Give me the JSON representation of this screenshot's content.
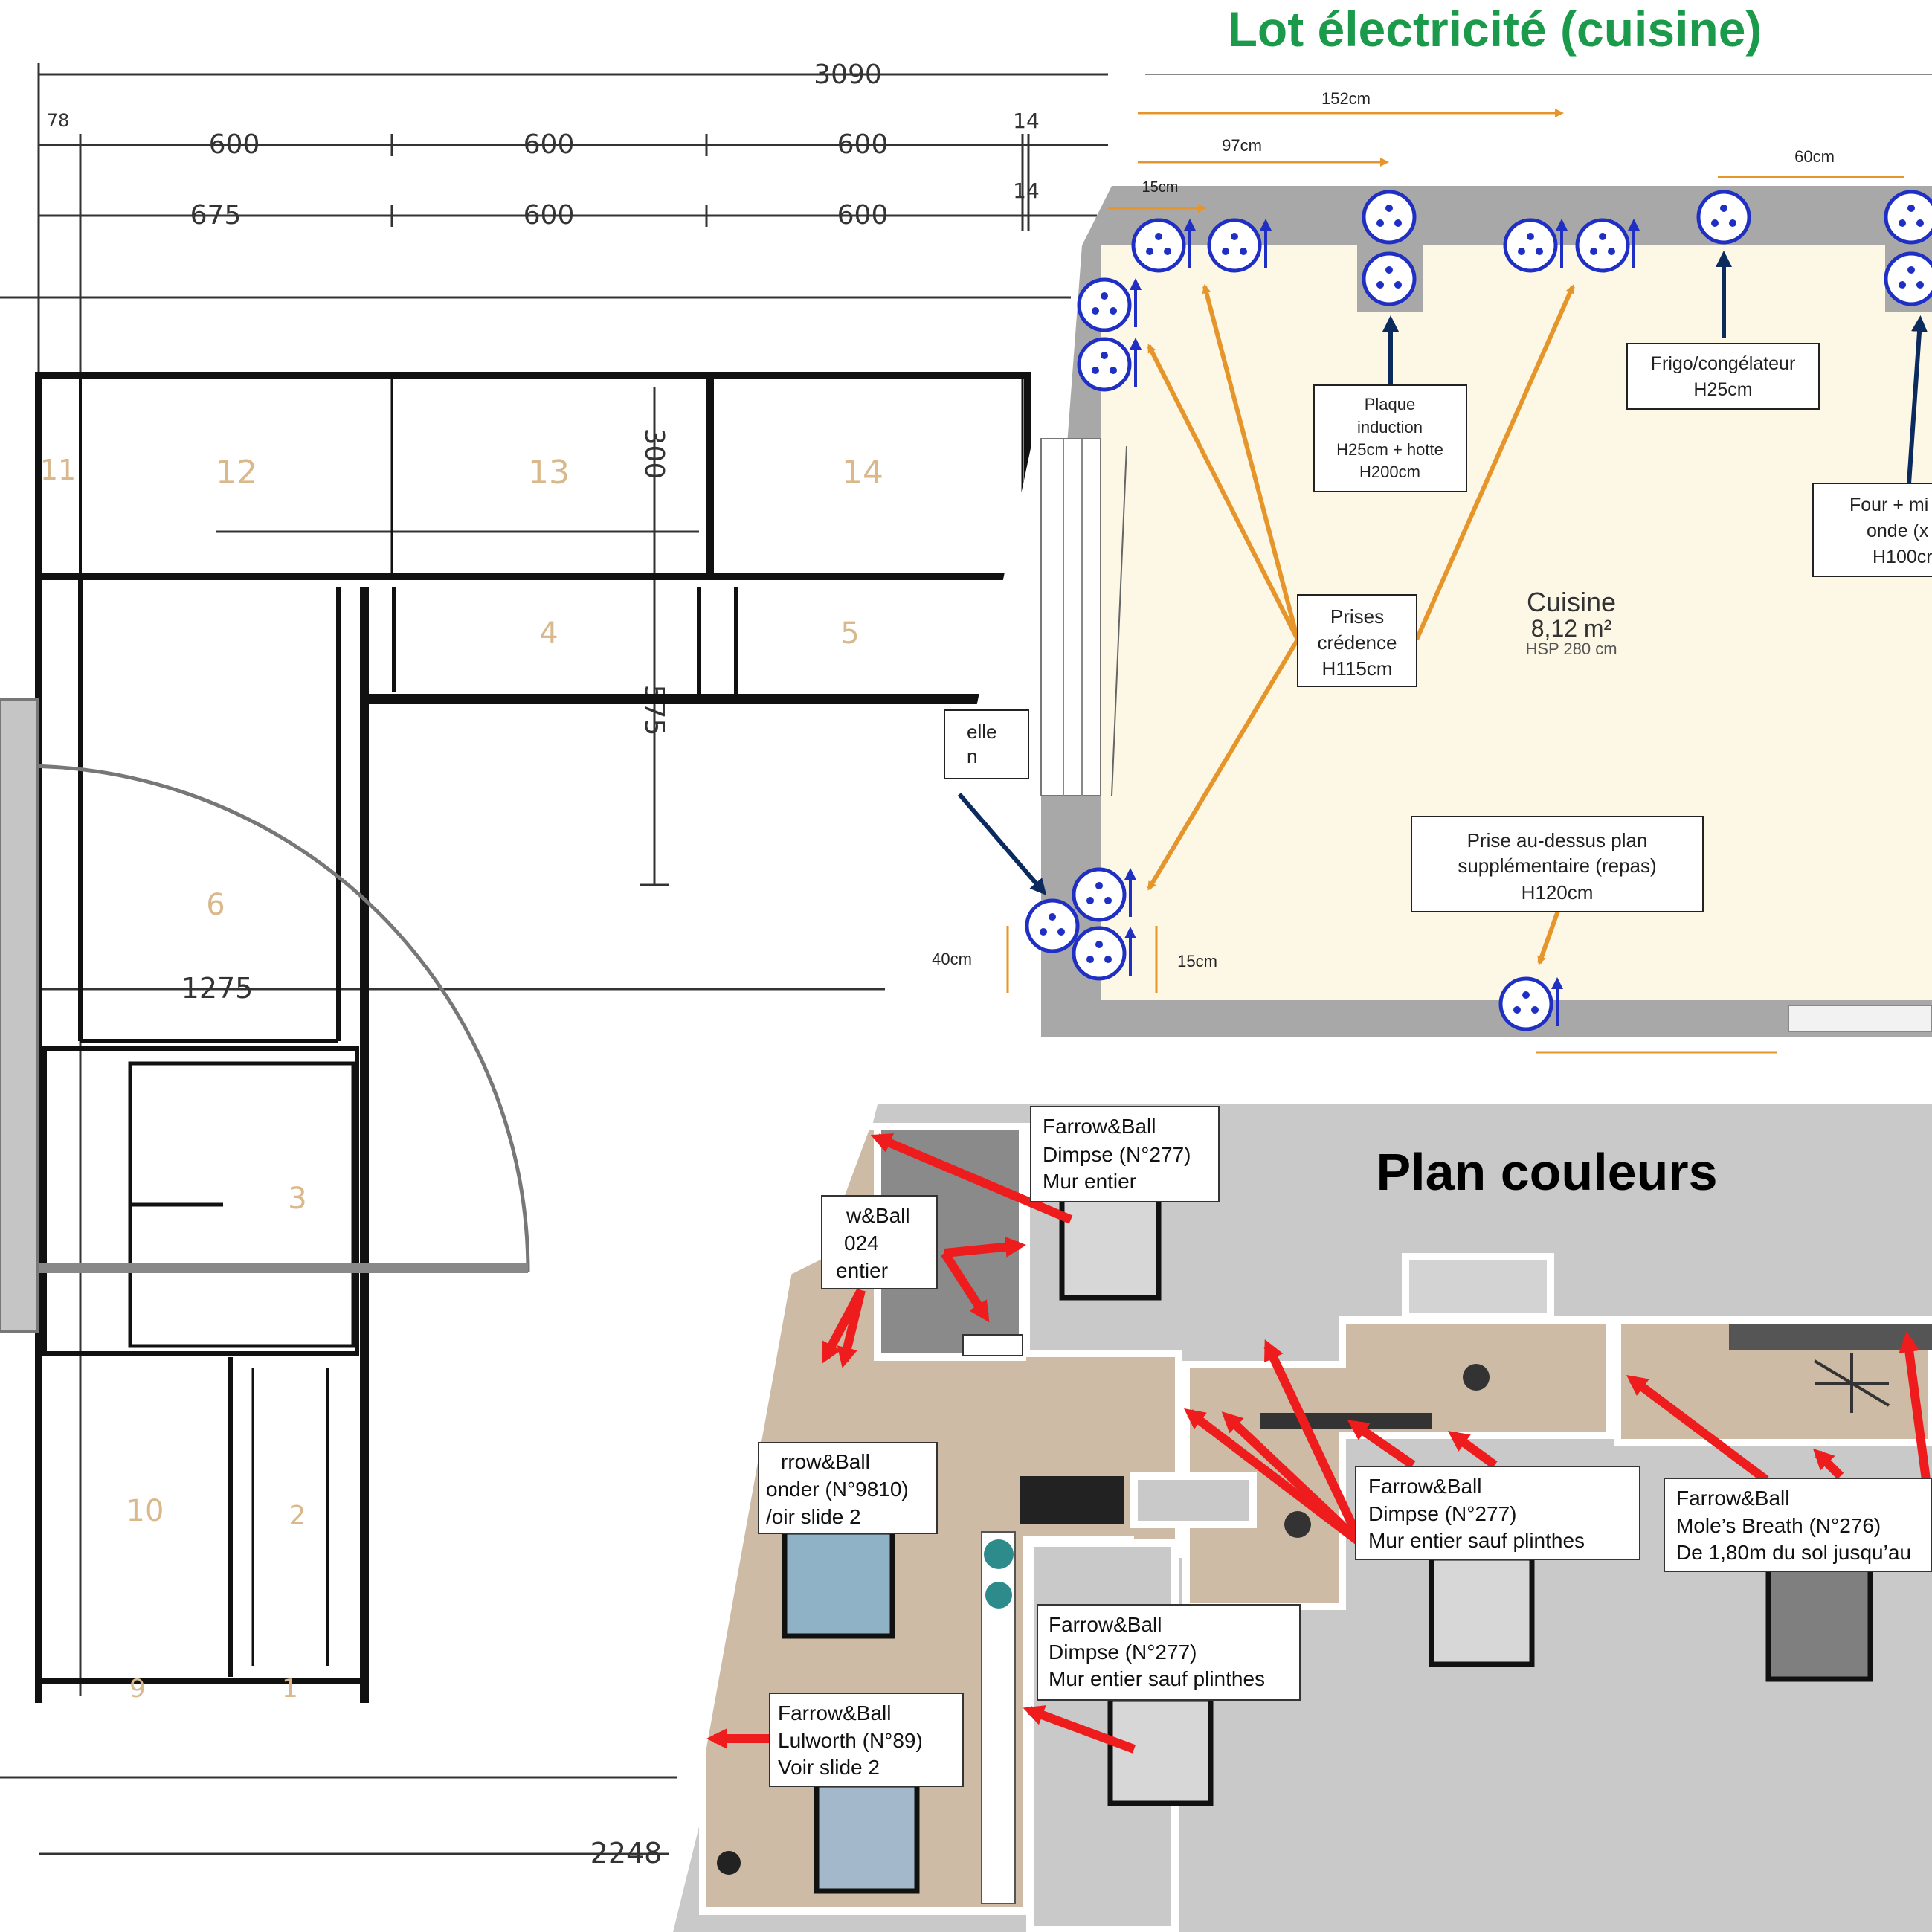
{
  "floorplan": {
    "dimensions": {
      "total_width": "3090",
      "offset_left": "78",
      "row1": [
        "600",
        "600",
        "600"
      ],
      "row1_end": "14",
      "row2_first": "675",
      "row2": [
        "600",
        "600"
      ],
      "row2_end": "14",
      "height_upper": "300",
      "height_mid": "575",
      "width_left": "1275",
      "bottom_total": "2248"
    },
    "cabinets": [
      "11",
      "12",
      "13",
      "14",
      "4",
      "5",
      "6",
      "3",
      "10",
      "2",
      "9",
      "1"
    ]
  },
  "electrical": {
    "title": "Lot électricité (cuisine)",
    "measurements": {
      "m152": "152cm",
      "m97": "97cm",
      "m15_top": "15cm",
      "m60": "60cm",
      "m40": "40cm",
      "m15_bottom": "15cm"
    },
    "labels": {
      "plaque": [
        "Plaque",
        "induction",
        "H25cm + hotte",
        "H200cm"
      ],
      "frigo": [
        "Frigo/congélateur",
        "H25cm"
      ],
      "four": [
        "Four + mi",
        "onde (x",
        "H100cr"
      ],
      "prises_credence": [
        "Prises",
        "crédence",
        "H115cm"
      ],
      "vaisselle": [
        "elle",
        "n"
      ],
      "prise_repas": [
        "Prise au-dessus plan",
        "supplémentaire (repas)",
        "H120cm"
      ]
    },
    "room": {
      "name": "Cuisine",
      "area": "8,12 m²",
      "hsp": "HSP 280 cm"
    },
    "colors": {
      "title": "#1a9a4a",
      "room_fill": "#fdf7e6",
      "wall": "#a8a8a8",
      "orange": "#e6952a",
      "navy": "#0b2a5e",
      "outlet": "#1f2fc4"
    }
  },
  "paint": {
    "title": "Plan couleurs",
    "notes": {
      "dimpse_top": [
        "Farrow&Ball",
        "Dimpse (N°277)",
        "Mur entier"
      ],
      "ball024": [
        "w&Ball",
        "024",
        "entier"
      ],
      "dimpse_kitchen": [
        "Farrow&Ball",
        "Dimpse (N°277)",
        "Mur entier sauf plinthes"
      ],
      "moles_breath": [
        "Farrow&Ball",
        "Mole’s Breath (N°276)",
        "De 1,80m du sol jusqu’au"
      ],
      "ponder": [
        "rrow&Ball",
        "onder (N°9810)",
        "/oir slide 2"
      ],
      "dimpse_center": [
        "Farrow&Ball",
        "Dimpse (N°277)",
        "Mur entier sauf plinthes"
      ],
      "lulworth": [
        "Farrow&Ball",
        "Lulworth (N°89)",
        "Voir slide 2"
      ]
    },
    "swatch_colors": {
      "dimpse": "#d7d7d7",
      "moles_breath": "#7f7f7f",
      "ponder": "#8fb2c6",
      "lulworth": "#a3b8cb"
    },
    "colors": {
      "background": "#c9c9c9",
      "floor": "#cdbba6",
      "arrow": "#ee1c1c"
    }
  }
}
